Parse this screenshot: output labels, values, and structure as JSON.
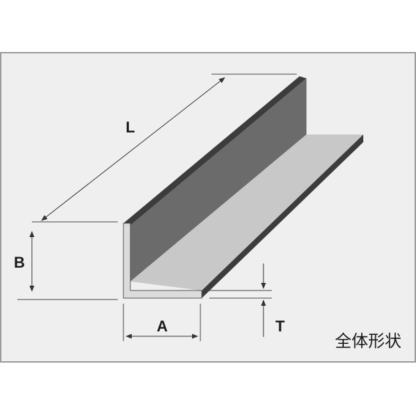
{
  "labels": {
    "length": "L",
    "leg_b": "B",
    "leg_a": "A",
    "thickness": "T"
  },
  "caption": "全体形状",
  "colors": {
    "panel_background": "#efefef",
    "panel_border": "#9a9a9a",
    "vertical_leg_face": "#6b6b6b",
    "horizontal_leg_face": "#c8c8c8",
    "edge_dark": "#3c3c3c",
    "cross_section": "#dcdcdc",
    "dimension_line": "#333333"
  }
}
